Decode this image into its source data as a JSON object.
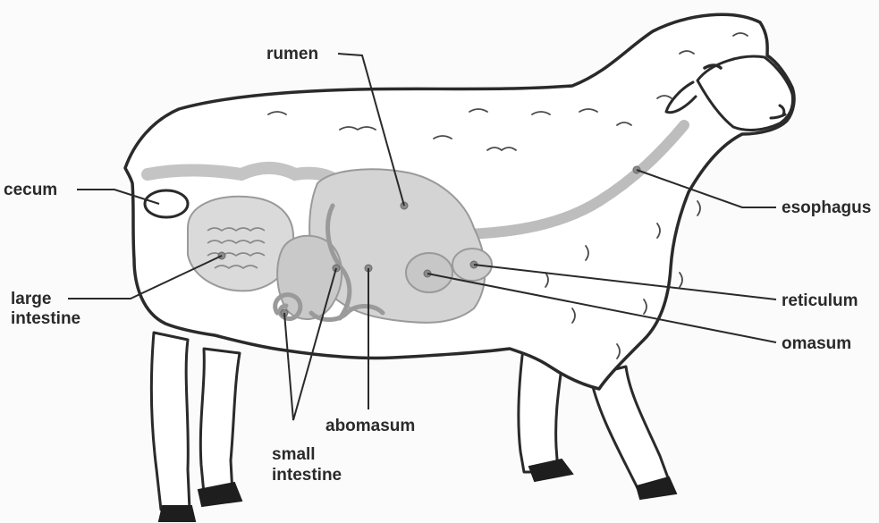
{
  "labels": {
    "rumen": "rumen",
    "cecum": "cecum",
    "esophagus": "esophagus",
    "large_intestine_1": "large",
    "large_intestine_2": "intestine",
    "reticulum": "reticulum",
    "omasum": "omasum",
    "abomasum": "abomasum",
    "small_intestine_1": "small",
    "small_intestine_2": "intestine"
  },
  "colors": {
    "outline": "#2a2a2a",
    "organ_fill": "#d4d4d4",
    "background": "#fbfbfb",
    "hoof": "#1e1e1e"
  }
}
